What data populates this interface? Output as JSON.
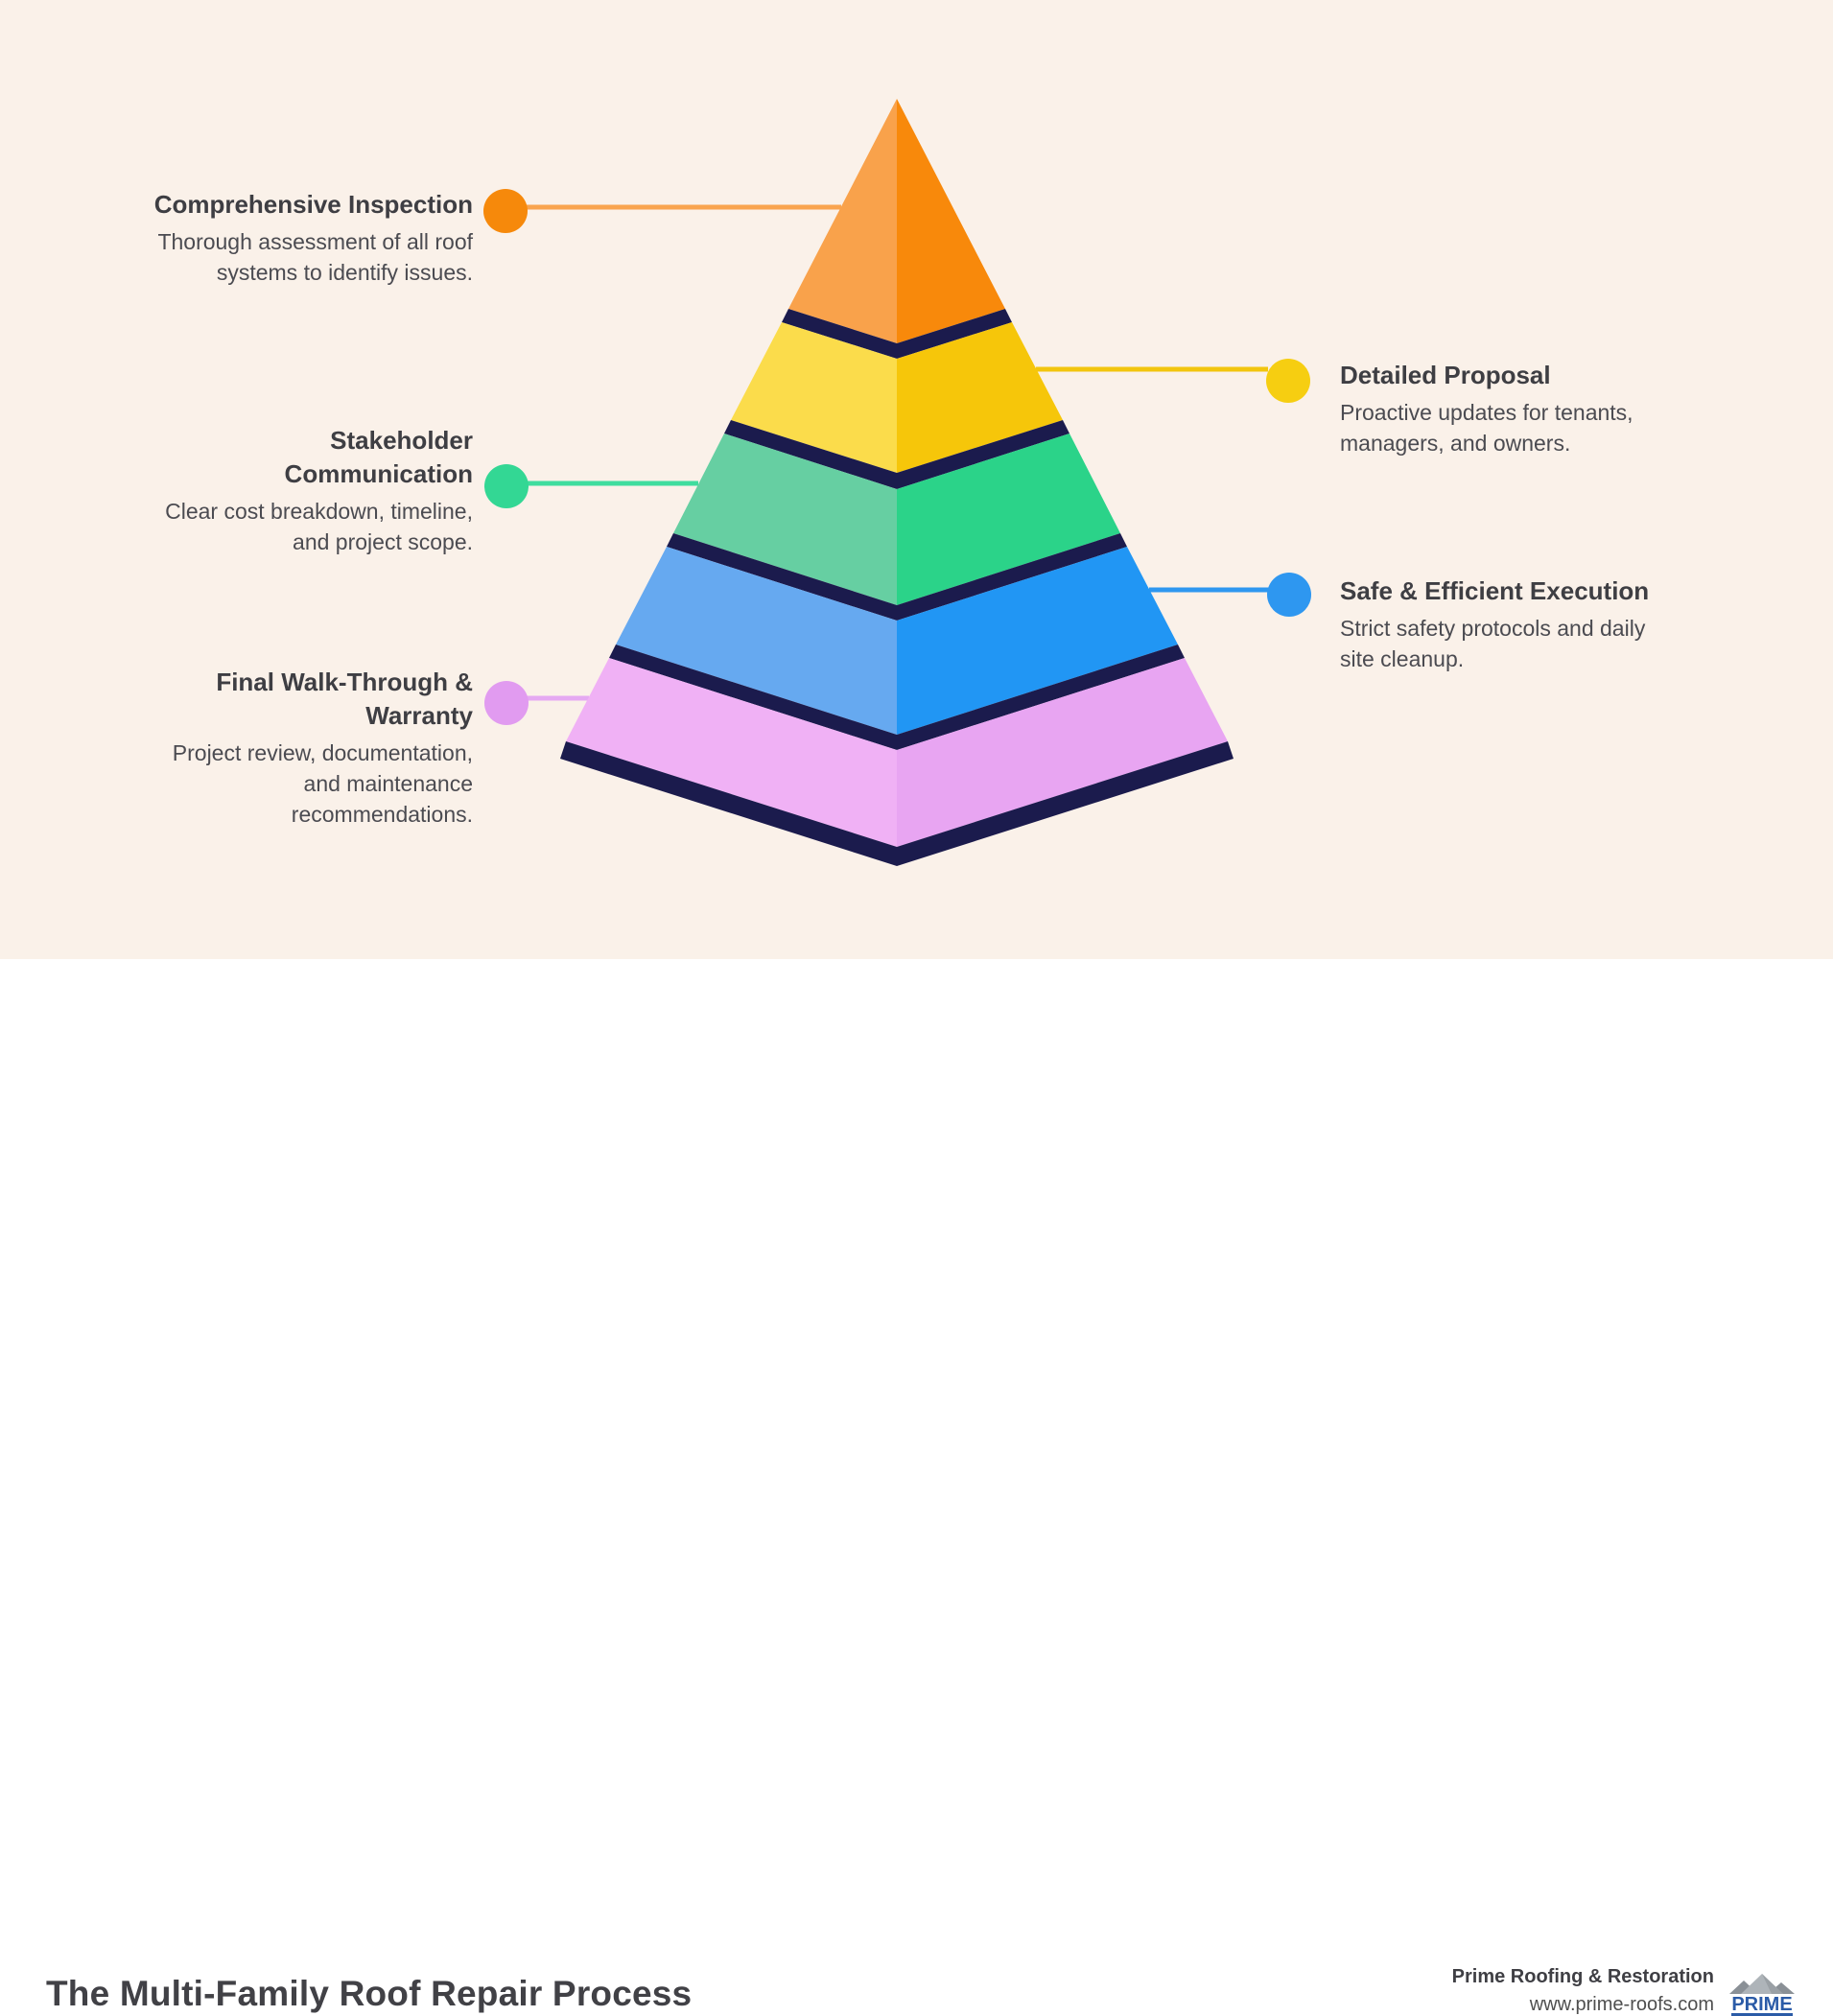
{
  "canvas": {
    "bg": "#FAF1E9",
    "footer_bg": "#FFFFFF"
  },
  "footer": {
    "title": "The Multi-Family Roof Repair Process",
    "brand_name": "Prime Roofing & Restoration",
    "brand_url": "www.prime-roofs.com",
    "logo_text": "PRIME"
  },
  "pyramid": {
    "separator_color": "#1B1B4D",
    "tiers": [
      {
        "name": "comprehensive-inspection",
        "left": "#F9A24B",
        "right": "#F8890B"
      },
      {
        "name": "detailed-proposal",
        "left": "#FBDC4B",
        "right": "#F6C60A"
      },
      {
        "name": "stakeholder-communication",
        "left": "#66CFA2",
        "right": "#2BD389"
      },
      {
        "name": "safe-efficient-execution",
        "left": "#66A9F0",
        "right": "#2196F4"
      },
      {
        "name": "final-walkthrough-warranty",
        "left": "#F0B1F5",
        "right": "#E8A5F2"
      }
    ]
  },
  "steps": [
    {
      "title": "Comprehensive Inspection",
      "description": "Thorough assessment of all roof\nsystems to identify issues.",
      "side": "left",
      "accent": "#F6890B",
      "line": "#F9A44F"
    },
    {
      "title": "Detailed Proposal",
      "description": "Proactive updates for tenants,\nmanagers, and owners.",
      "side": "right",
      "accent": "#F6CE11",
      "line": "#F2C50E"
    },
    {
      "title": "Stakeholder\nCommunication",
      "description": "Clear cost breakdown, timeline,\nand project scope.",
      "side": "left",
      "accent": "#33D794",
      "line": "#3FDD9E"
    },
    {
      "title": "Safe & Efficient Execution",
      "description": "Strict safety protocols and daily\nsite cleanup.",
      "side": "right",
      "accent": "#2E97F0",
      "line": "#2E97F0"
    },
    {
      "title": "Final Walk-Through &\nWarranty",
      "description": "Project review, documentation,\nand maintenance\nrecommendations.",
      "side": "left",
      "accent": "#E19BF0",
      "line": "#E5A9F2"
    }
  ]
}
